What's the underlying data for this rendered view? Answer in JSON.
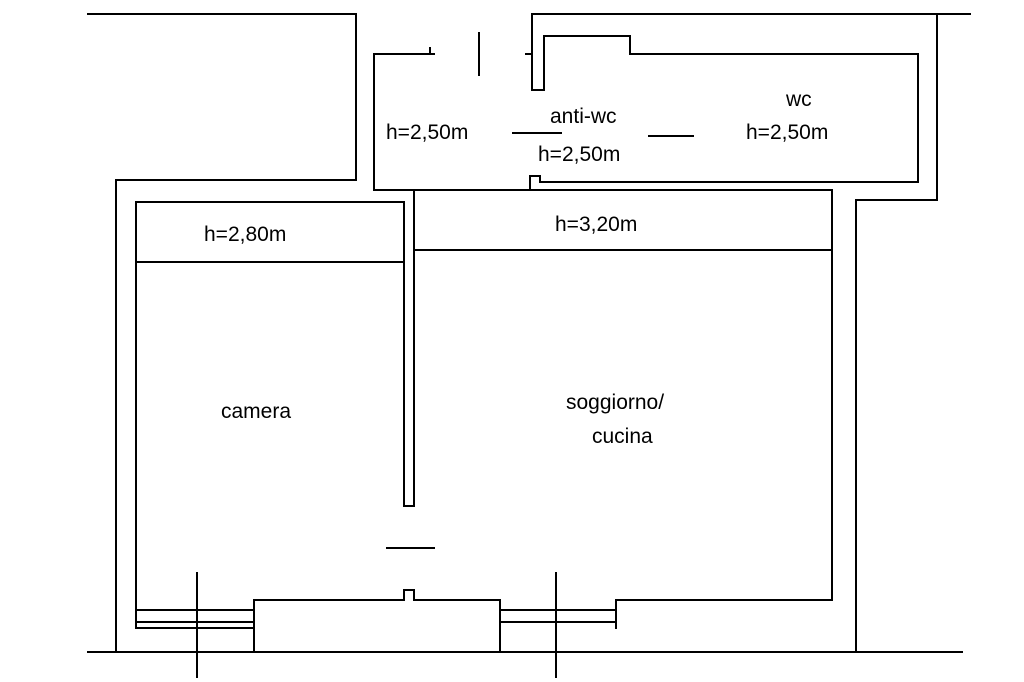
{
  "floor_plan": {
    "rooms": {
      "anti_wc": {
        "name": "anti-wc",
        "height_left": "h=2,50m",
        "height": "h=2,50m"
      },
      "wc": {
        "name": "wc",
        "height": "h=2,50m"
      },
      "camera": {
        "name": "camera",
        "height": "h=2,80m"
      },
      "soggiorno": {
        "name_line1": "soggiorno/",
        "name_line2": "cucina",
        "height": "h=3,20m"
      }
    }
  }
}
